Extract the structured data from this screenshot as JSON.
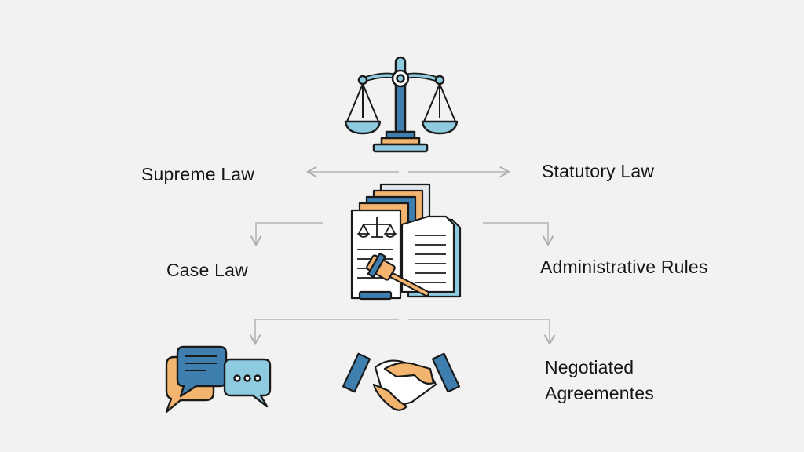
{
  "labels": {
    "supreme": "Supreme Law",
    "statutory": "Statutory Law",
    "case": "Case Law",
    "administrative": "Administrative Rules",
    "negotiated_line1": "Negotiated",
    "negotiated_line2": "Agreementes"
  },
  "colors": {
    "background": "#f2f2f2",
    "dark_blue": "#3f7fb0",
    "light_blue": "#8fcbe0",
    "orange": "#f2b46e",
    "outline": "#1a1a1a",
    "connector": "#b5b5b5"
  }
}
